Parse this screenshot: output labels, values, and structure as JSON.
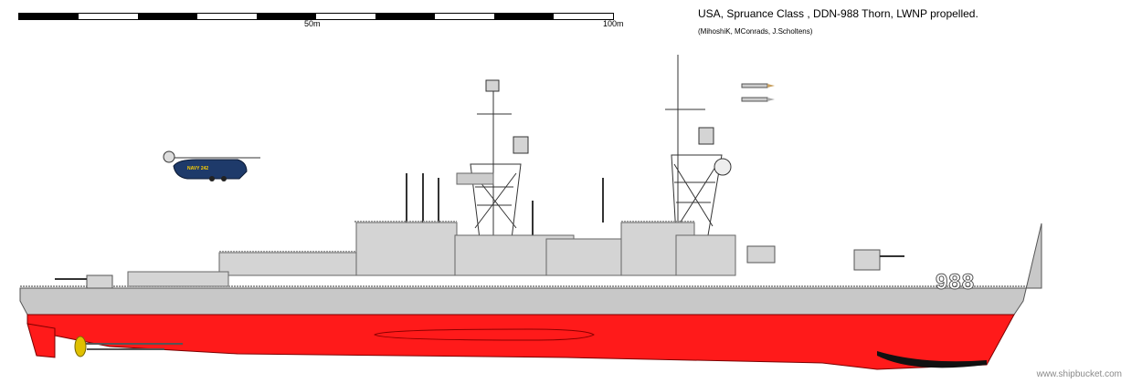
{
  "header": {
    "title": "USA, Spruance Class , DDN-988 Thorn, LWNP propelled.",
    "credits": "(MihoshiK, MConrads, J.Scholtens)"
  },
  "scale": {
    "label_mid": "50m",
    "label_end": "100m"
  },
  "ship": {
    "hull_number": "988",
    "helicopter_marking": "NAVY 242",
    "colors": {
      "hull_upper": "#c8c8c8",
      "superstructure": "#d4d4d4",
      "boot_top": "#ff1a1a",
      "deck_line": "#5a5a5a",
      "propeller": "#e0c000"
    }
  },
  "footer": {
    "watermark": "www.shipbucket.com"
  },
  "icons": [
    "ship-profile-icon",
    "helicopter-icon",
    "missile-icon",
    "propeller-icon",
    "radar-dome-icon"
  ]
}
